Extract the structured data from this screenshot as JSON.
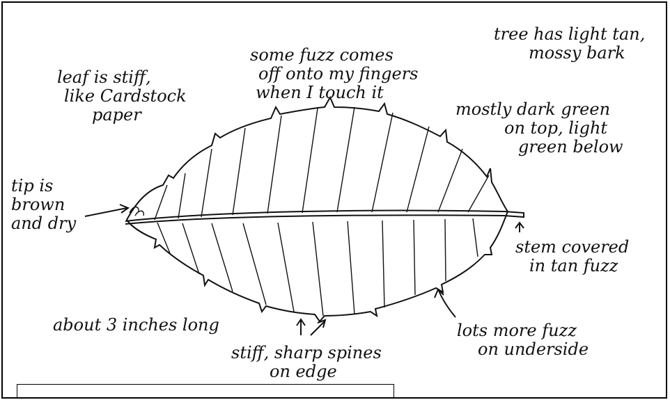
{
  "annotations": {
    "leaf_stiff": [
      "leaf is  stiff,",
      "like Cardstock",
      "paper"
    ],
    "fuzz_fingers": [
      "some fuzz comes",
      "off onto my fingers",
      "when I touch it"
    ],
    "bark": [
      "tree has light tan,",
      "mossy  bark"
    ],
    "color": [
      "mostly dark green",
      "on top, light",
      "green  below"
    ],
    "tip": [
      "tip is",
      "brown",
      "and dry"
    ],
    "stem": [
      "stem covered",
      "in tan fuzz"
    ],
    "length": "about  3 inches long",
    "spines": [
      "stiff, sharp spines",
      "on edge"
    ],
    "underside": [
      "lots more fuzz",
      "on underside"
    ]
  },
  "colors": {
    "ink": "#111111",
    "paper": "#ffffff"
  }
}
